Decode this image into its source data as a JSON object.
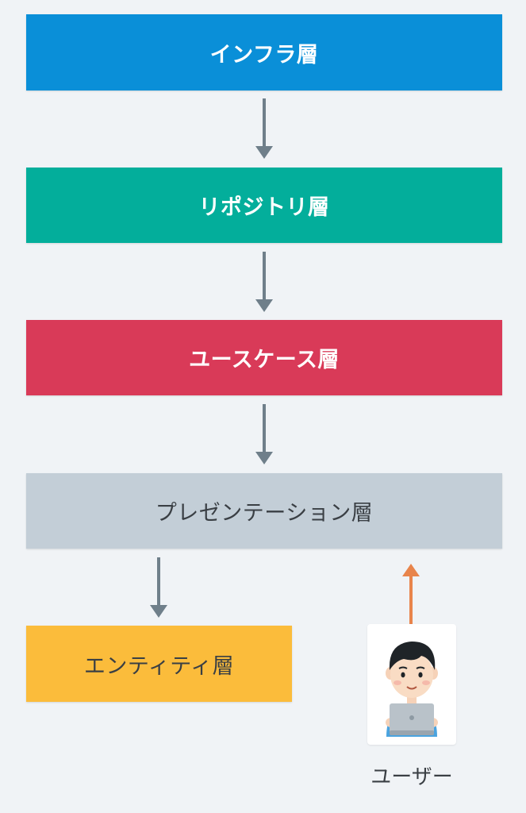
{
  "layers": {
    "infra": {
      "label": "インフラ層",
      "color": "#0a8fd8"
    },
    "repository": {
      "label": "リポジトリ層",
      "color": "#03ae9b"
    },
    "usecase": {
      "label": "ユースケース層",
      "color": "#d93a58"
    },
    "presentation": {
      "label": "プレゼンテーション層",
      "color": "#c3ced7"
    },
    "entity": {
      "label": "エンティティ層",
      "color": "#fbbc3b"
    }
  },
  "arrows": {
    "dependency_color": "#6f7f8a",
    "user_color": "#e8844b"
  },
  "user": {
    "label": "ユーザー",
    "icon": "person-with-laptop-icon"
  }
}
